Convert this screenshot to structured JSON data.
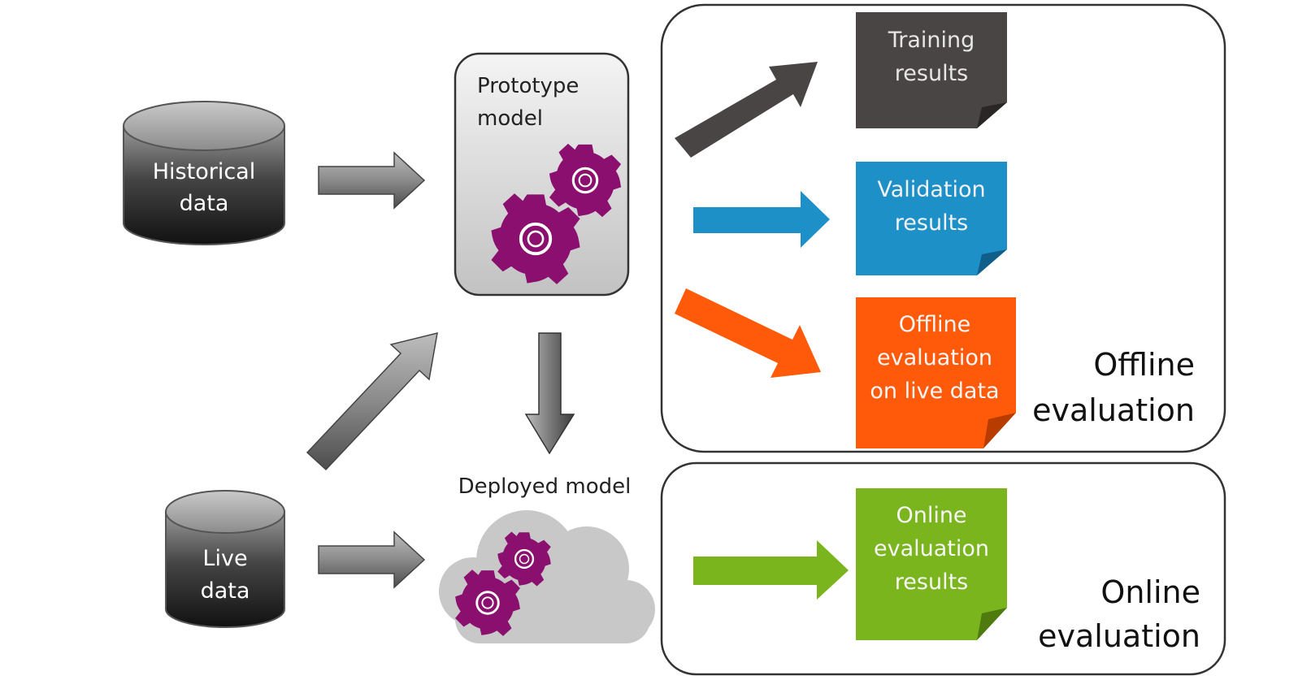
{
  "nodes": {
    "historical_data": [
      "Historical",
      "data"
    ],
    "live_data": [
      "Live",
      "data"
    ],
    "prototype_model": [
      "Prototype",
      "model"
    ],
    "deployed_model": "Deployed model",
    "training_results": [
      "Training",
      "results"
    ],
    "validation_results": [
      "Validation",
      "results"
    ],
    "offline_eval_live": [
      "Offline",
      "evaluation",
      "on live data"
    ],
    "online_eval_results": [
      "Online",
      "evaluation",
      "results"
    ]
  },
  "groups": {
    "offline": [
      "Offline",
      "evaluation"
    ],
    "online": [
      "Online",
      "evaluation"
    ]
  },
  "colors": {
    "training": "#4a4545",
    "validation": "#1e90c8",
    "offline": "#ff5a0a",
    "online": "#7ab51d",
    "gear": "#8a0f6e",
    "cloud": "#c8c8c8"
  },
  "icons": [
    "database-icon",
    "gear-icon",
    "cloud-icon",
    "document-icon",
    "arrow-icon"
  ]
}
